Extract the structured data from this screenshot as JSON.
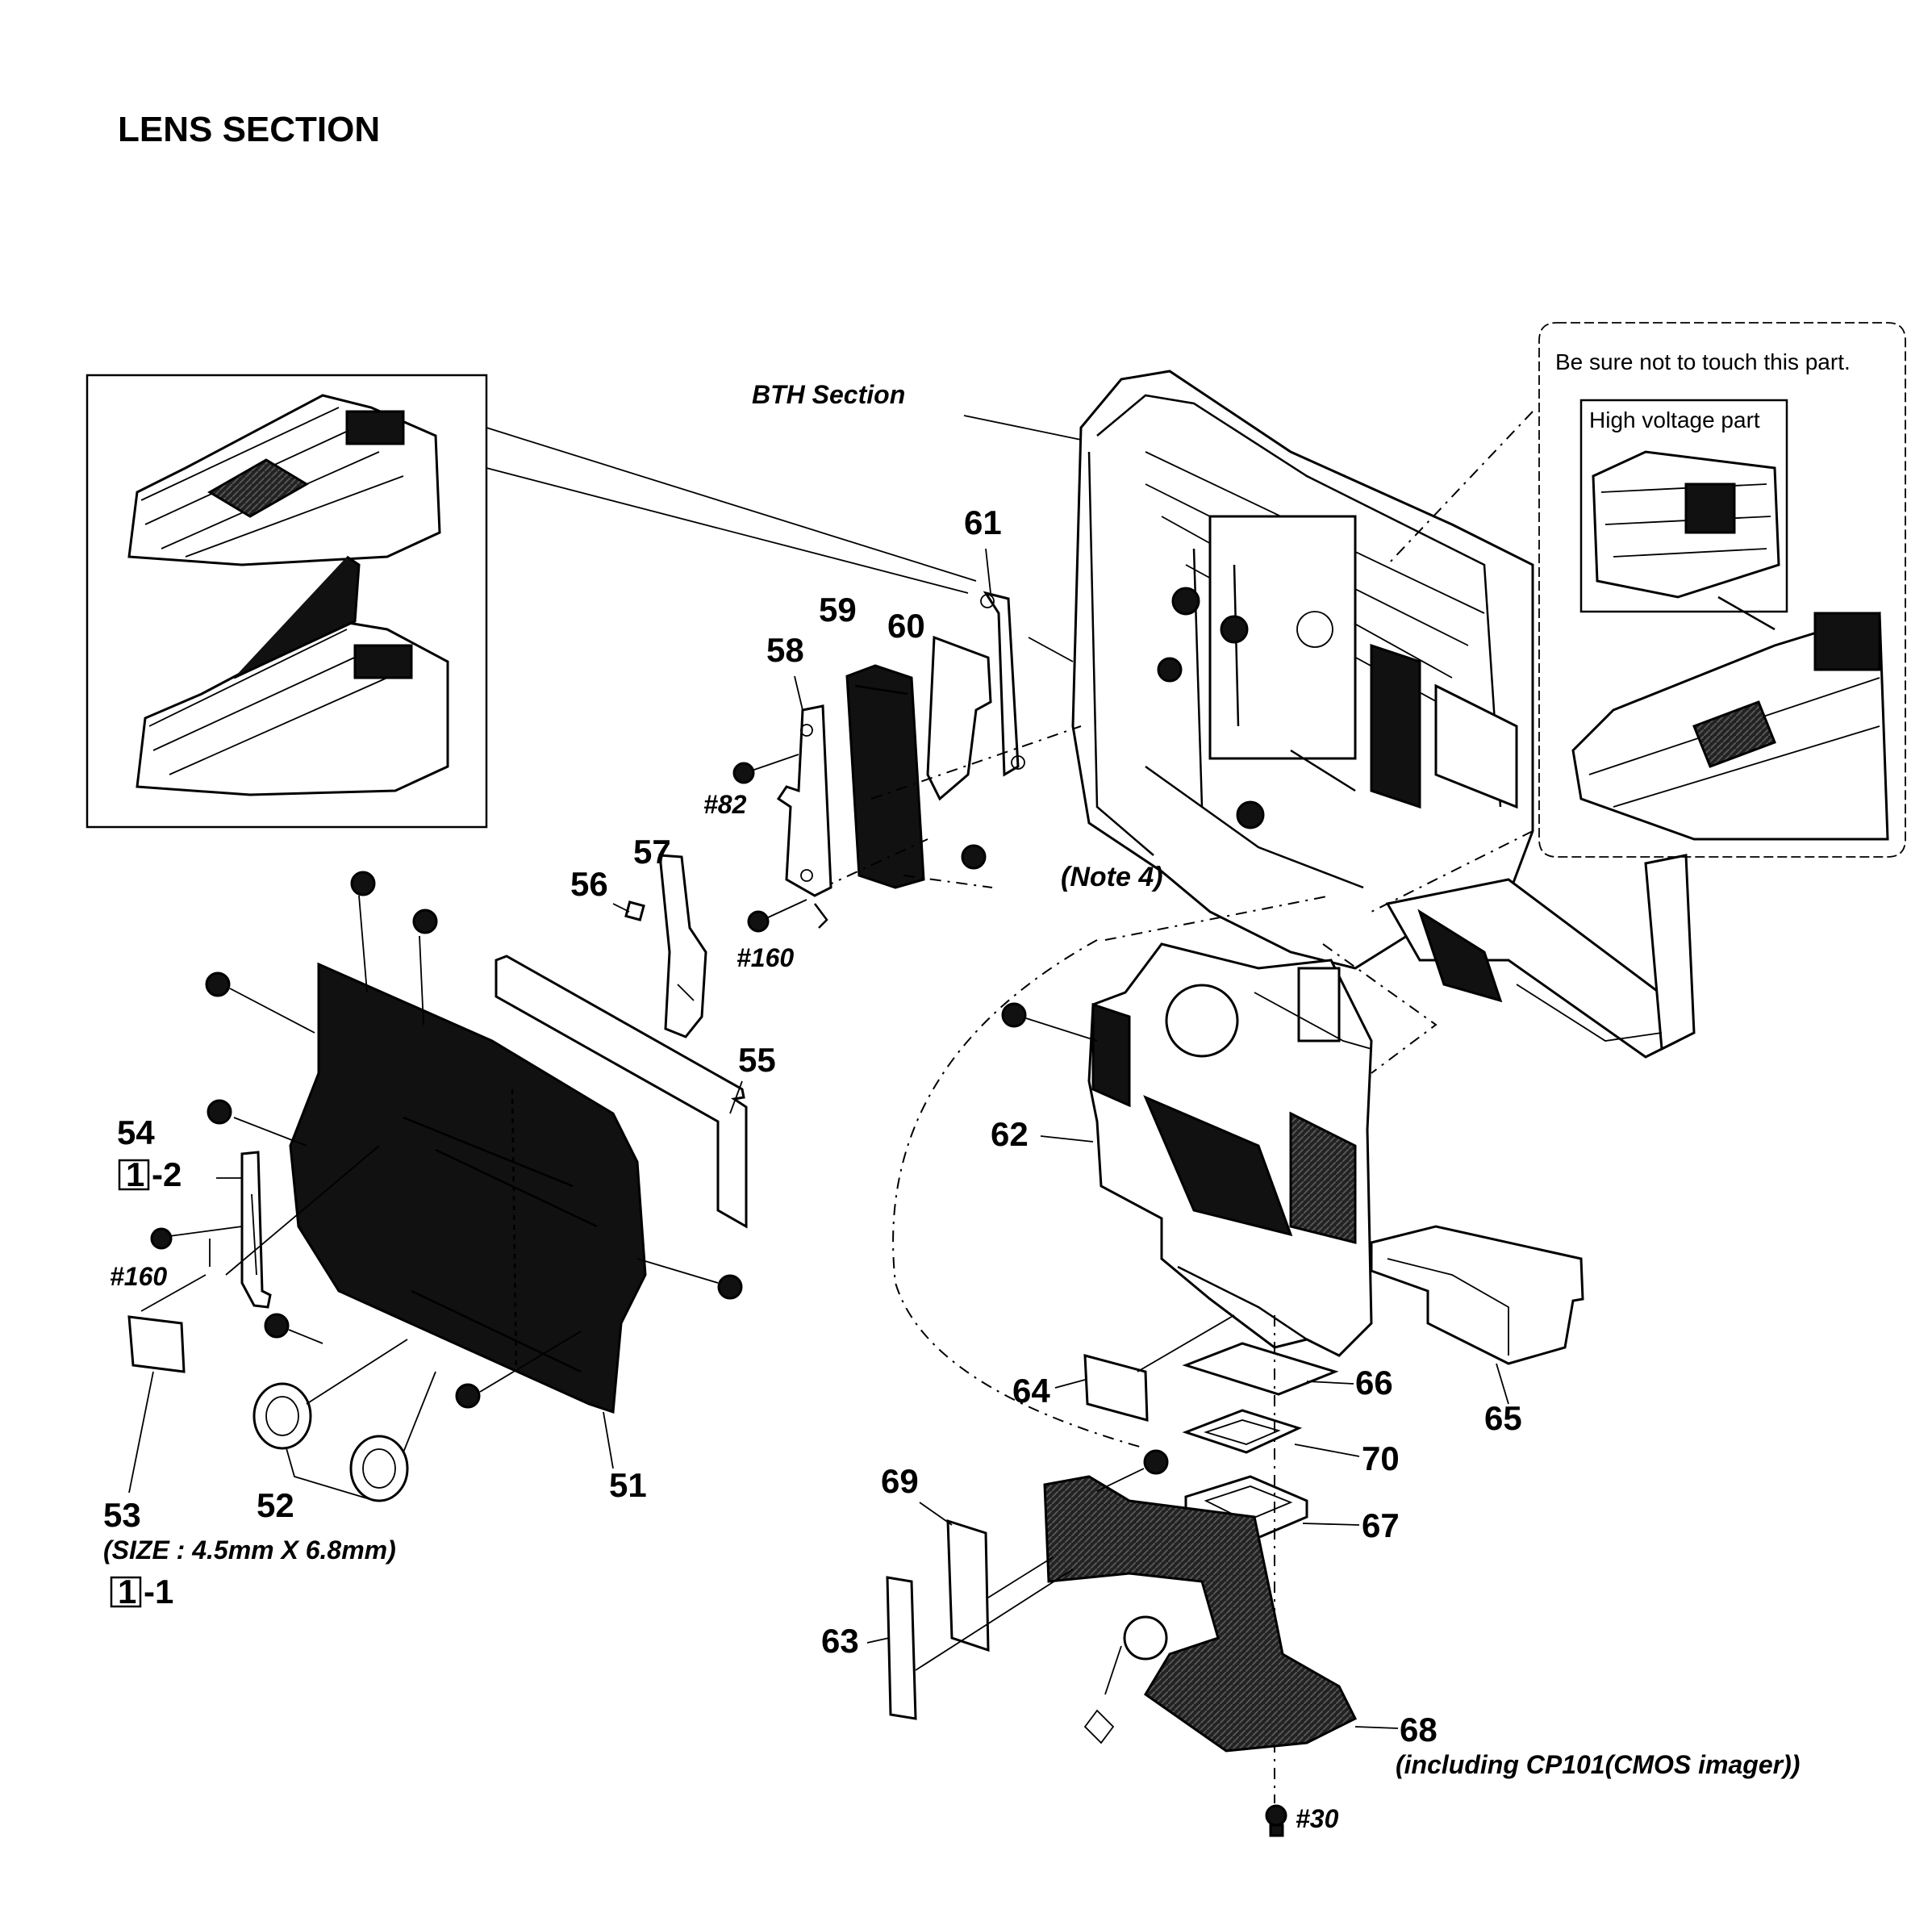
{
  "title": "LENS SECTION",
  "references": {
    "bth_section": "BTH Section",
    "note4": "(Note 4)",
    "warning": "Be sure not to touch this part.",
    "high_voltage": "High voltage part",
    "size_note": "(SIZE : 4.5mm X 6.8mm)",
    "cmos_note": "(including CP101(CMOS imager))"
  },
  "box_refs": {
    "ref_1_2_box": "1",
    "ref_1_2_suffix": "-2",
    "ref_1_1_box": "1",
    "ref_1_1_suffix": "-1"
  },
  "parts": {
    "p51": "51",
    "p52": "52",
    "p53": "53",
    "p54": "54",
    "p55": "55",
    "p56": "56",
    "p57": "57",
    "p58": "58",
    "p59": "59",
    "p60": "60",
    "p61": "61",
    "p62": "62",
    "p63": "63",
    "p64": "64",
    "p65": "65",
    "p66": "66",
    "p67": "67",
    "p68": "68",
    "p69": "69",
    "p70": "70"
  },
  "screws": {
    "s82": "#82",
    "s160a": "#160",
    "s160b": "#160",
    "s30": "#30"
  }
}
